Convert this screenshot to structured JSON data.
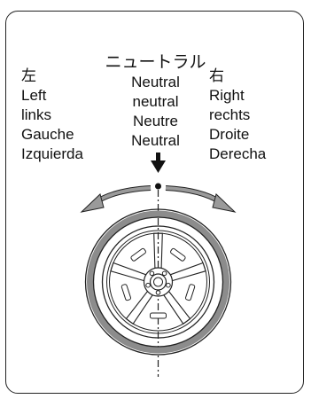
{
  "center": {
    "japanese": "ニュートラル",
    "english": "Neutral",
    "german": "neutral",
    "french": "Neutre",
    "spanish": "Neutral"
  },
  "left": {
    "japanese": "左",
    "english": "Left",
    "german": "links",
    "french": "Gauche",
    "spanish": "Izquierda"
  },
  "right": {
    "japanese": "右",
    "english": "Right",
    "german": "rechts",
    "french": "Droite",
    "spanish": "Derecha"
  },
  "colors": {
    "outline": "#222222",
    "arrow_gray": "#9a9a9a",
    "tire_gray": "#8c8c8c"
  }
}
